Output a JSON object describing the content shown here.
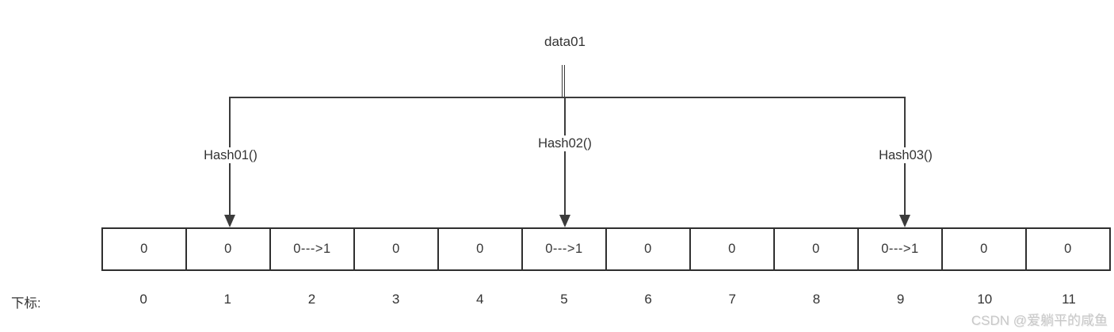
{
  "diagram": {
    "title": "data01",
    "hash_labels": [
      {
        "label": "Hash01()"
      },
      {
        "label": "Hash02()"
      },
      {
        "label": "Hash03()"
      }
    ],
    "index_caption": "下标:",
    "cells": [
      {
        "value": "0",
        "index": "0"
      },
      {
        "value": "0",
        "index": "1"
      },
      {
        "value": "0--->1",
        "index": "2"
      },
      {
        "value": "0",
        "index": "3"
      },
      {
        "value": "0",
        "index": "4"
      },
      {
        "value": "0--->1",
        "index": "5"
      },
      {
        "value": "0",
        "index": "6"
      },
      {
        "value": "0",
        "index": "7"
      },
      {
        "value": "0",
        "index": "8"
      },
      {
        "value": "0--->1",
        "index": "9"
      },
      {
        "value": "0",
        "index": "10"
      },
      {
        "value": "0",
        "index": "11"
      }
    ],
    "watermark": "CSDN @爱躺平的咸鱼",
    "colors": {
      "line": "#3c3c3c",
      "border": "#2f2f2f",
      "text": "#333333",
      "watermark": "#c8c8c8",
      "background": "#ffffff"
    }
  }
}
